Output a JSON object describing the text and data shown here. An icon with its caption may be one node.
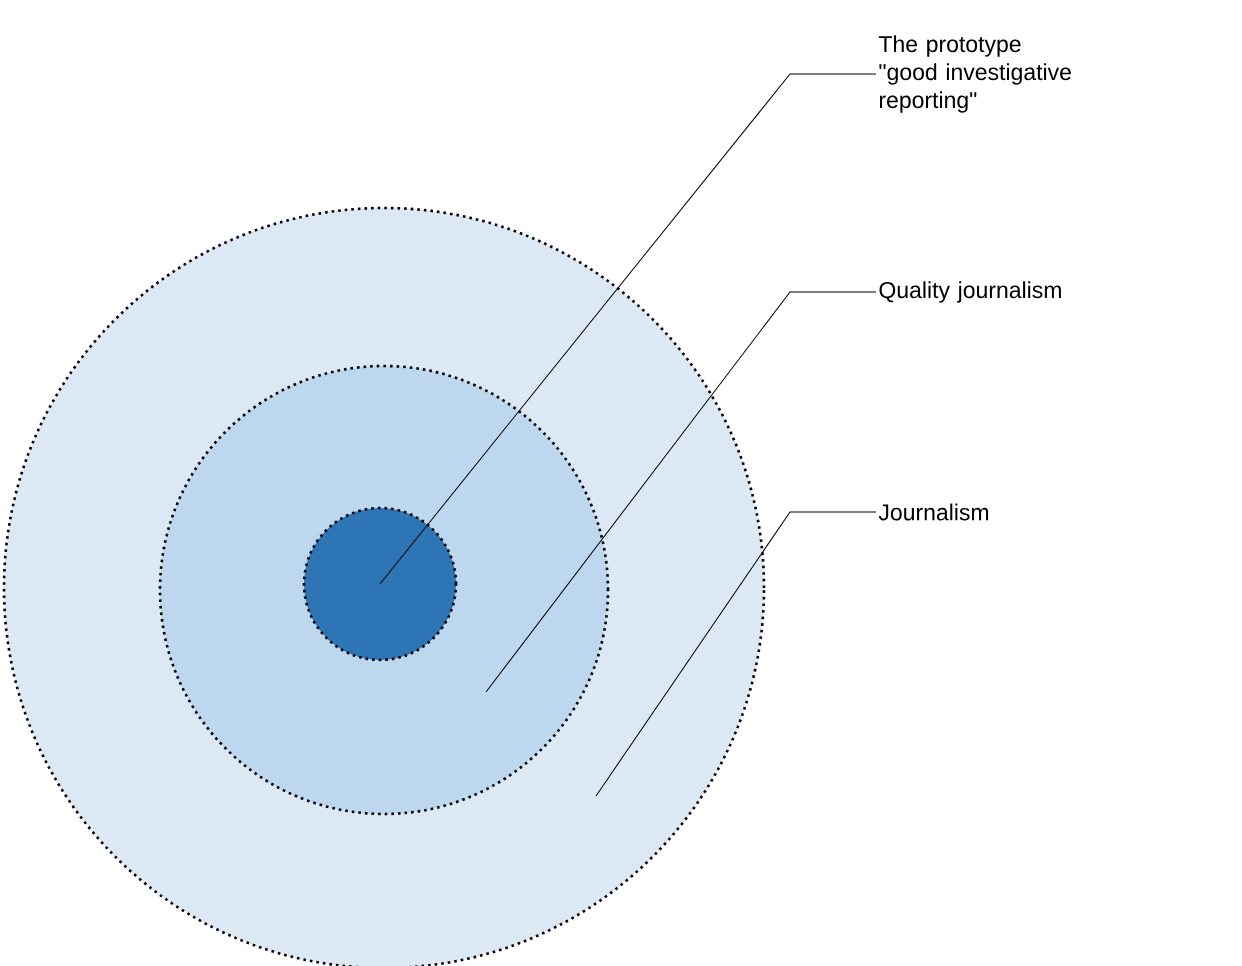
{
  "diagram": {
    "nodes": [
      {
        "text": [],
        "shape": "circle"
      },
      {
        "text": [],
        "shape": "circle",
        "in": 0
      },
      {
        "text": [],
        "shape": "circle",
        "in": 1
      },
      {
        "text": [
          "The prototype \"good investigative reporting\""
        ]
      },
      {
        "text": [
          "Quality journalism"
        ]
      },
      {
        "text": [
          "Journalism"
        ]
      }
    ],
    "edges": [
      {
        "from": 3,
        "to": 2,
        "arrow": "none"
      },
      {
        "from": 4,
        "to": 1,
        "arrow": "none"
      },
      {
        "from": 5,
        "to": 0,
        "arrow": "none"
      }
    ]
  }
}
